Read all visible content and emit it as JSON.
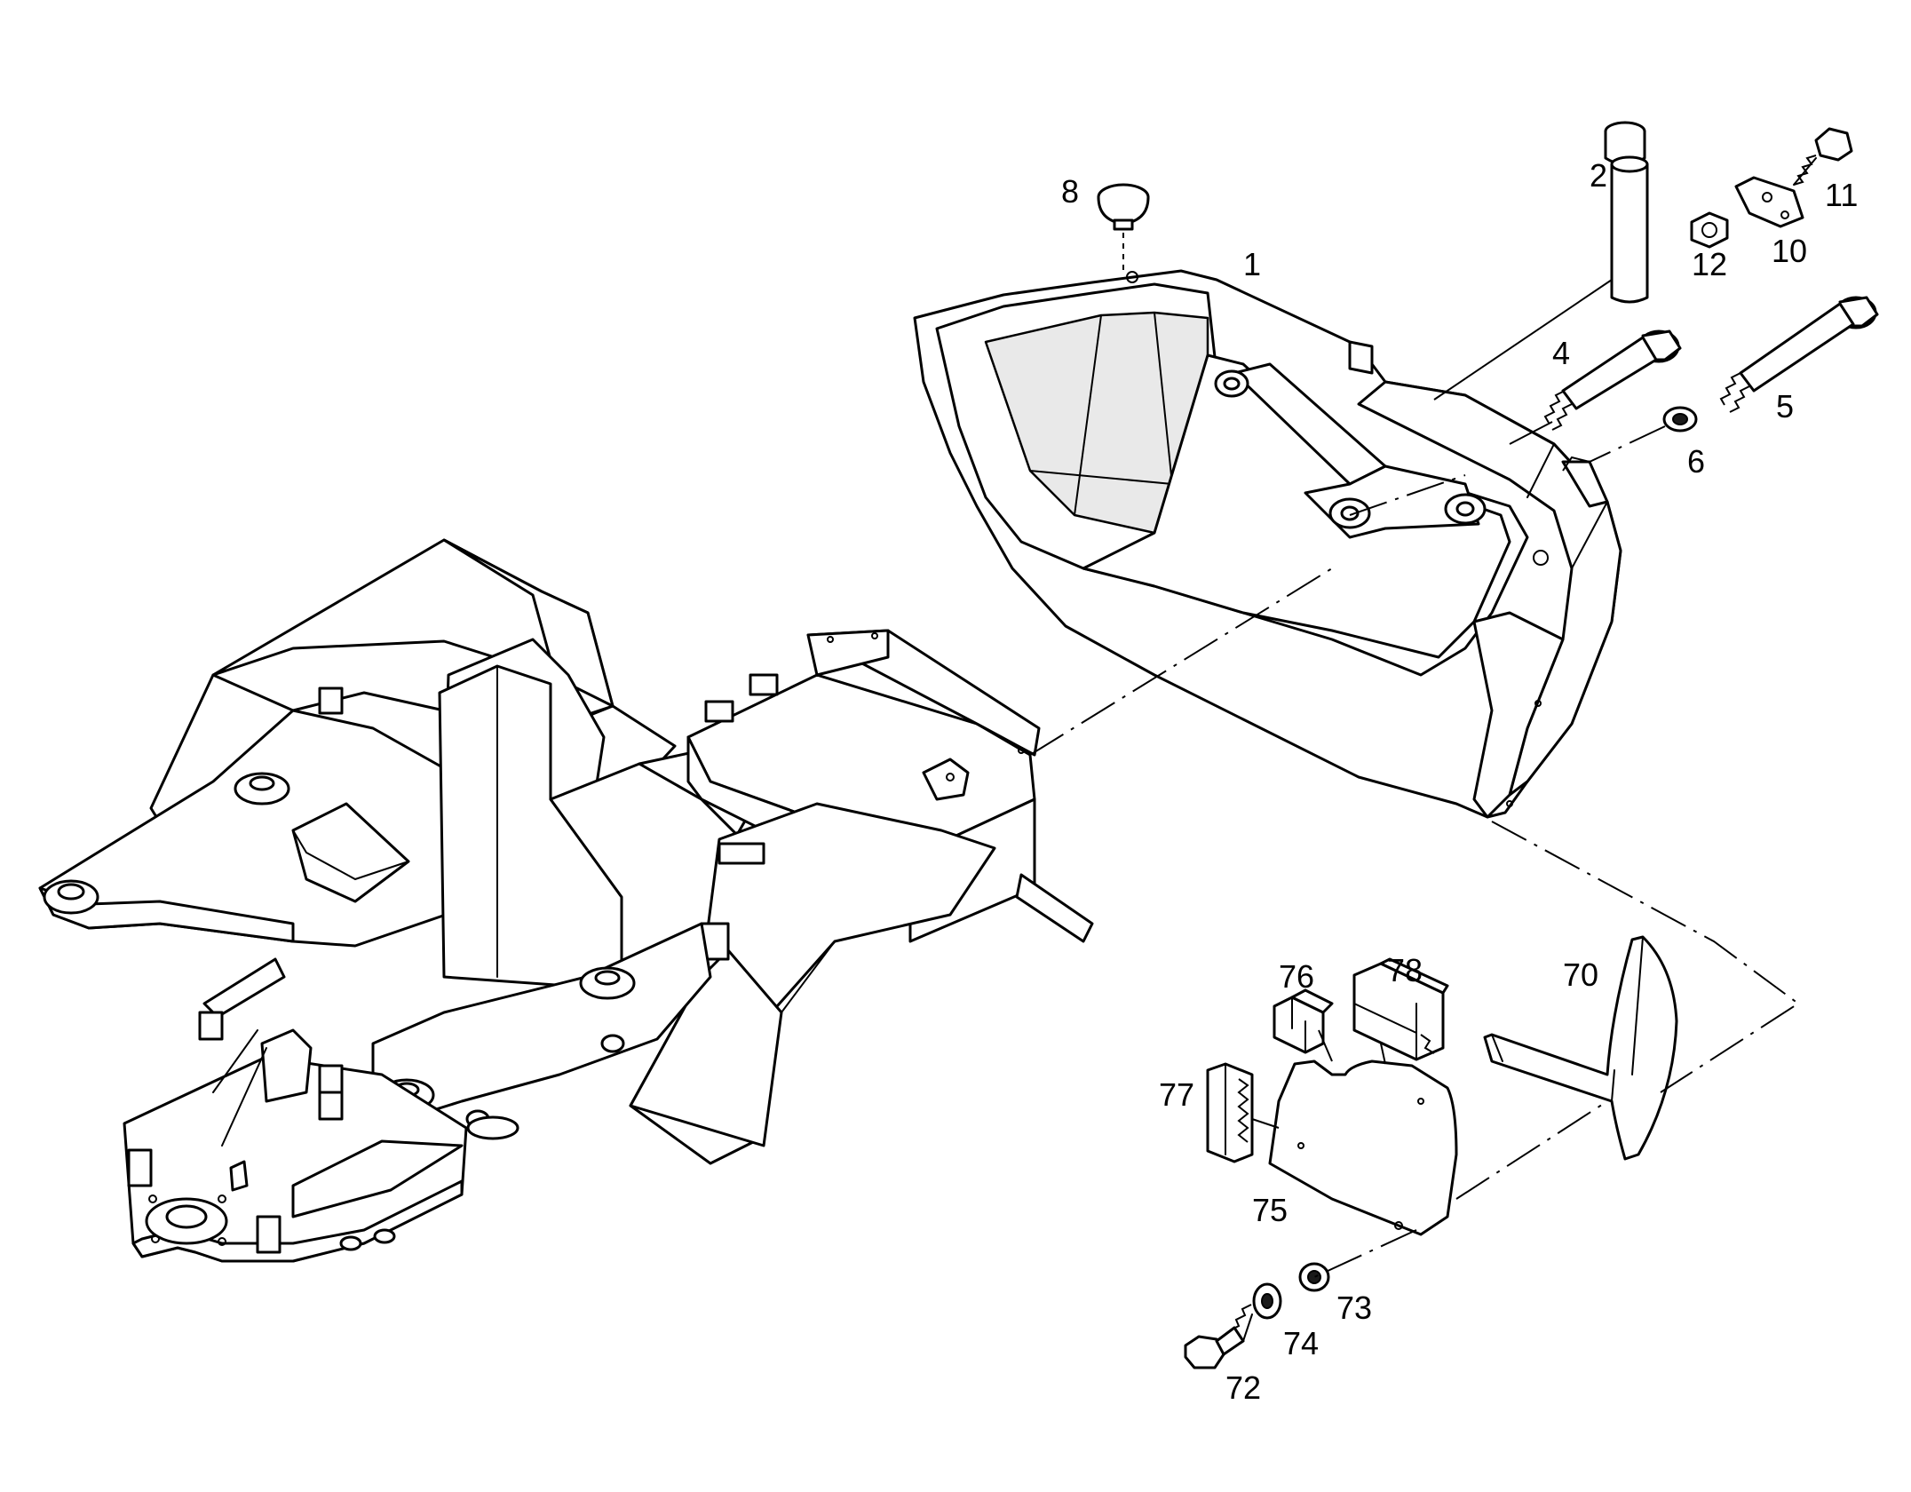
{
  "callouts": [
    {
      "id": "p1",
      "text": "1"
    },
    {
      "id": "p2",
      "text": "2"
    },
    {
      "id": "p4",
      "text": "4"
    },
    {
      "id": "p5",
      "text": "5"
    },
    {
      "id": "p6",
      "text": "6"
    },
    {
      "id": "p8",
      "text": "8"
    },
    {
      "id": "p10",
      "text": "10"
    },
    {
      "id": "p11",
      "text": "11"
    },
    {
      "id": "p12",
      "text": "12"
    },
    {
      "id": "p70",
      "text": "70"
    },
    {
      "id": "p72",
      "text": "72"
    },
    {
      "id": "p73",
      "text": "73"
    },
    {
      "id": "p74",
      "text": "74"
    },
    {
      "id": "p75",
      "text": "75"
    },
    {
      "id": "p76",
      "text": "76"
    },
    {
      "id": "p77",
      "text": "77"
    },
    {
      "id": "p78",
      "text": "78"
    }
  ]
}
